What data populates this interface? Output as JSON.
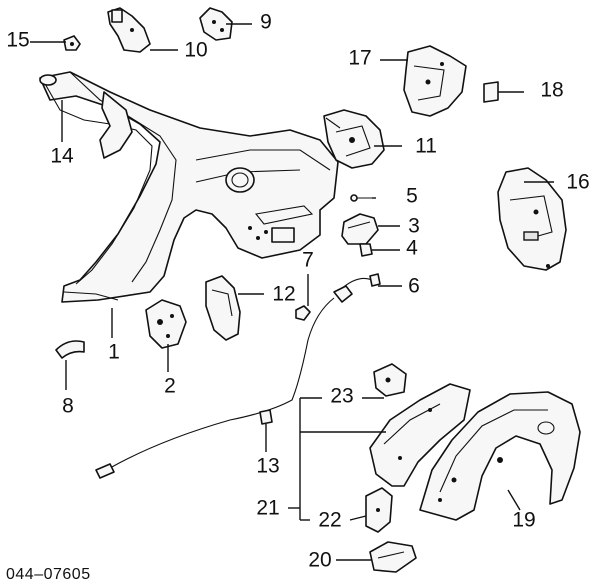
{
  "diagram_code": "044–07605",
  "callouts": {
    "c1": "1",
    "c2": "2",
    "c3": "3",
    "c4": "4",
    "c5": "5",
    "c6": "6",
    "c7": "7",
    "c8": "8",
    "c9": "9",
    "c10": "10",
    "c11": "11",
    "c12": "12",
    "c13": "13",
    "c14": "14",
    "c15": "15",
    "c16": "16",
    "c17": "17",
    "c18": "18",
    "c19": "19",
    "c20": "20",
    "c21": "21",
    "c22": "22",
    "c23": "23"
  }
}
